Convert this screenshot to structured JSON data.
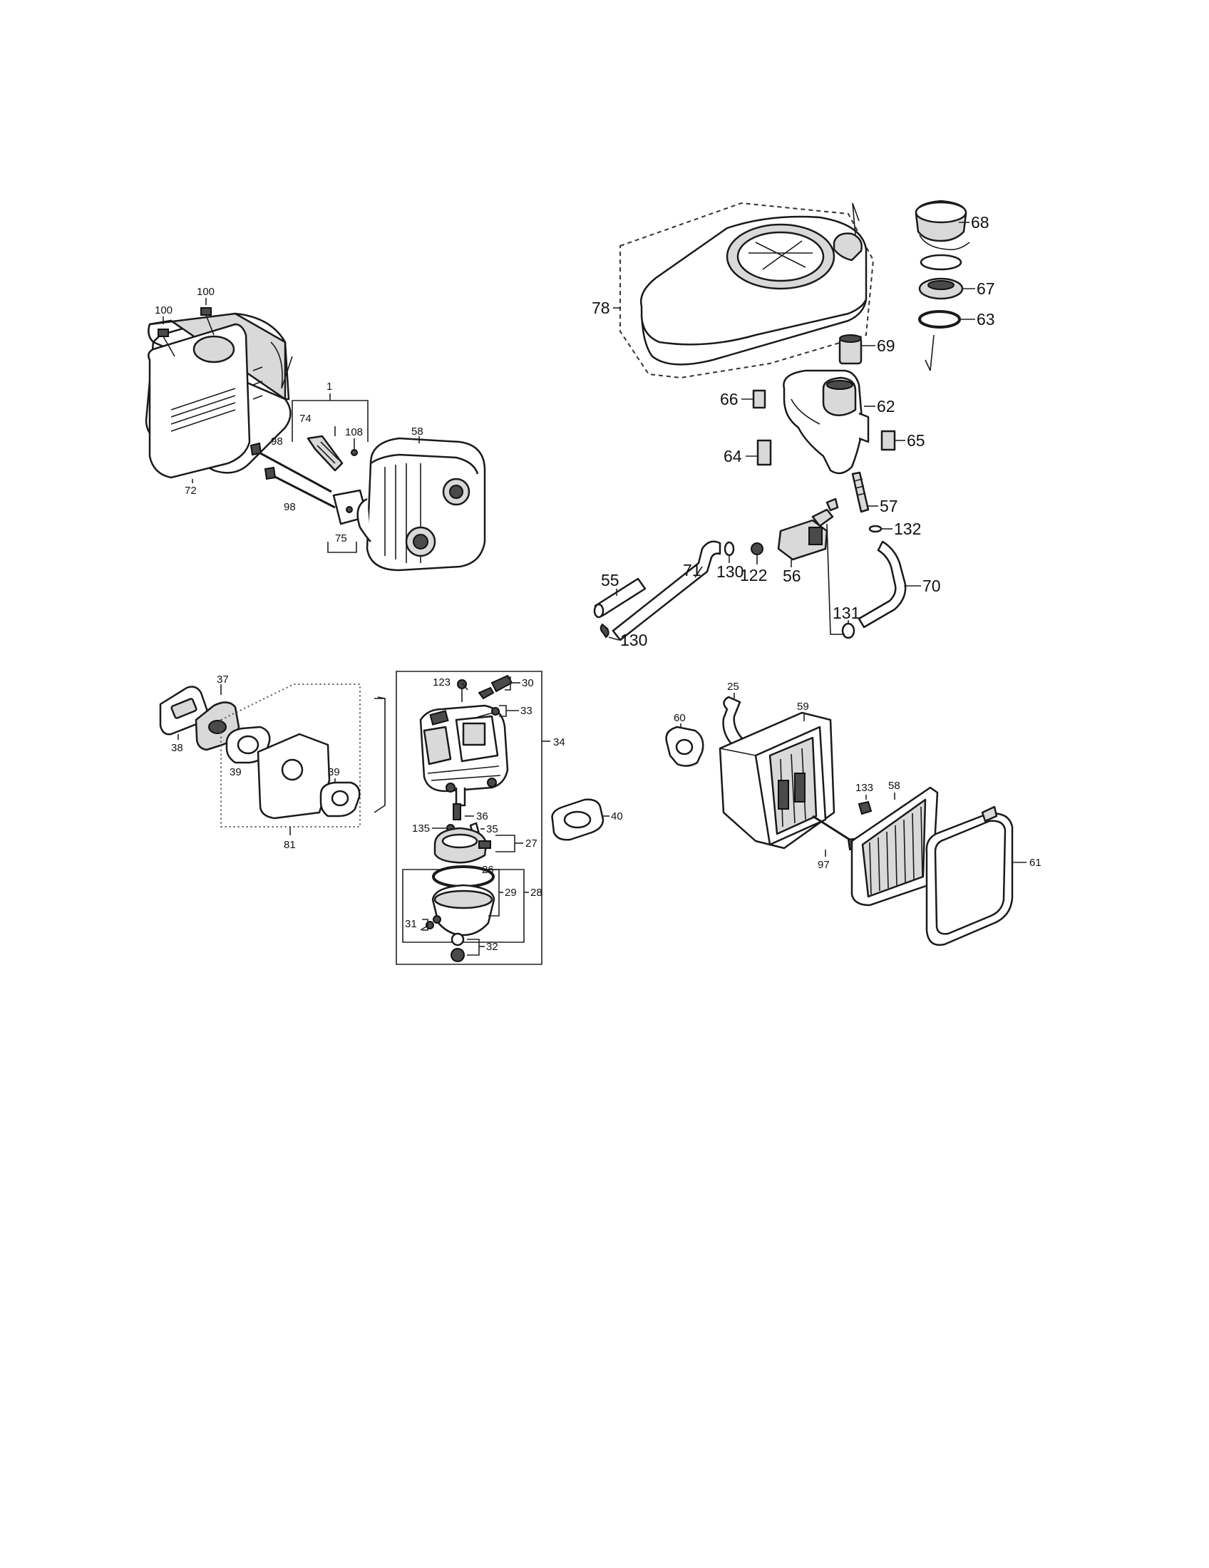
{
  "labels": {
    "l100a": "100",
    "l100b": "100",
    "l1": "1",
    "l74": "74",
    "l108": "108",
    "l98a": "98",
    "l98b": "98",
    "l58a": "58",
    "l75": "75",
    "l72": "72",
    "l68": "68",
    "l67": "67",
    "l63": "63",
    "l78": "78",
    "l69": "69",
    "l66": "66",
    "l62": "62",
    "l64": "64",
    "l65": "65",
    "l57": "57",
    "l132": "132",
    "l55": "55",
    "l71": "71",
    "l130a": "130",
    "l122": "122",
    "l56": "56",
    "l131": "131",
    "l70": "70",
    "l130b": "130",
    "l123": "123",
    "l30": "30",
    "l33": "33",
    "l34": "34",
    "l37": "37",
    "l38": "38",
    "l39a": "39",
    "l39b": "39",
    "l36": "36",
    "l135": "135",
    "l35": "35",
    "l40": "40",
    "l27": "27",
    "l26": "26",
    "l29": "29",
    "l28": "28",
    "l31": "31",
    "l32": "32",
    "l81": "81",
    "l25": "25",
    "l59": "59",
    "l60": "60",
    "l133": "133",
    "l58b": "58",
    "l97": "97",
    "l61": "61"
  }
}
